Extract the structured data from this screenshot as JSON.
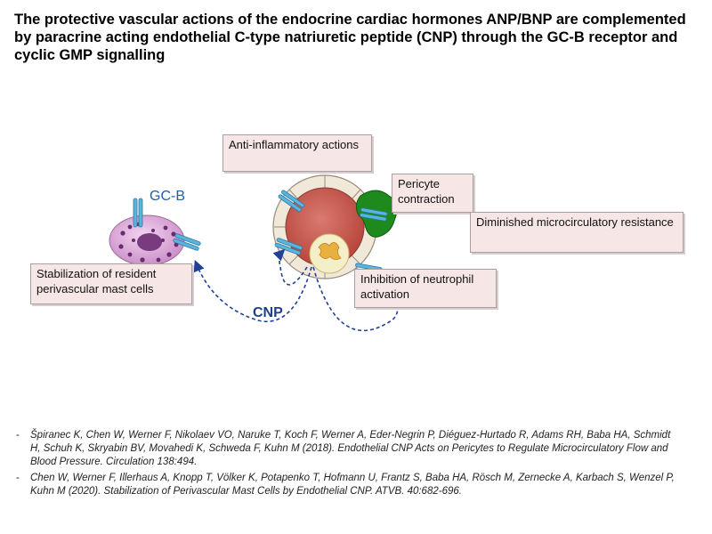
{
  "title": "The protective vascular actions of the endocrine cardiac hormones ANP/BNP are complemented by paracrine acting endothelial C-type natriuretic peptide (CNP) through the GC-B receptor and cyclic GMP signalling",
  "labels": {
    "anti_inflammatory": "Anti-inflammatory actions",
    "pericyte": "Pericyte contraction",
    "microcirculatory": "Diminished microcirculatory resistance",
    "neutrophil": "Inhibition of neutrophil activation",
    "mast_cells": "Stabilization of resident perivascular mast cells",
    "gcb": "GC-B",
    "cnp": "CNP"
  },
  "references": [
    {
      "bullet": "-",
      "text": "Špiranec K, Chen W, Werner F, Nikolaev VO, Naruke T, Koch F, Werner A, Eder-Negrin P, Diéguez-Hurtado R, Adams RH, Baba HA, Schmidt H, Schuh K, Skryabin BV, Movahedi K, Schweda F, Kuhn M (2018). Endothelial CNP Acts on Pericytes to Regulate Microcirculatory Flow and Blood Pressure. Circulation 138:494."
    },
    {
      "bullet": "-",
      "text": "Chen W, Werner F, Illerhaus A, Knopp T, Völker K, Potapenko T, Hofmann U, Frantz S, Baba HA, Rösch M, Zernecke A, Karbach S, Wenzel P, Kuhn M (2020). Stabilization of Perivascular Mast Cells by Endothelial CNP. ATVB. 40:682-696."
    }
  ],
  "colors": {
    "box_fill": "#f7e6e6",
    "receptor": "#5ab4dc",
    "arrow": "#1f3f9a",
    "vessel": "#c65a50",
    "pericyte": "#1e8a1e",
    "mast_cell": "#d9a0d8"
  }
}
